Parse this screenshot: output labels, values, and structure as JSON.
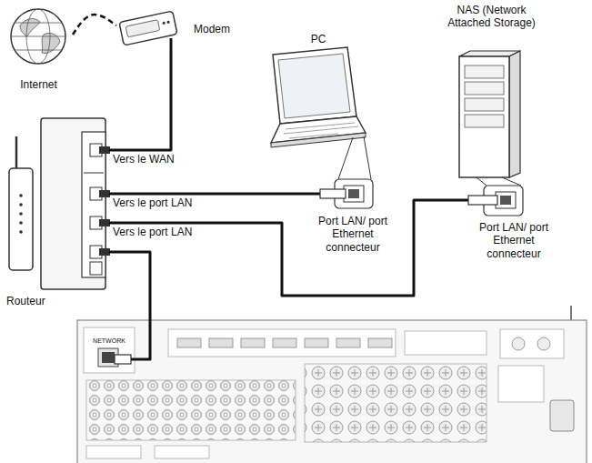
{
  "diagram": {
    "nodes": [
      {
        "text": [
          "Internet"
        ]
      },
      {
        "text": [
          "Modem"
        ]
      },
      {
        "text": [
          "PC"
        ]
      },
      {
        "text": [
          "NAS (Network Attached Storage)"
        ]
      },
      {
        "text": [
          "Routeur"
        ]
      },
      {
        "text": [
          "NETWORK"
        ]
      }
    ],
    "edges": [
      {
        "from": 0,
        "to": 1,
        "arrow": "none"
      },
      {
        "from": 1,
        "to": 4,
        "label": "Vers le WAN",
        "arrow": "none"
      },
      {
        "from": 4,
        "to": 2,
        "label": "Vers le port LAN",
        "arrow": "none"
      },
      {
        "from": 4,
        "to": 3,
        "label": "Vers le port LAN",
        "arrow": "none"
      },
      {
        "from": 4,
        "to": 5,
        "arrow": "none"
      }
    ],
    "labels": [
      "Port LAN/ port Ethernet connecteur",
      "Port LAN/ port Ethernet connecteur"
    ]
  }
}
